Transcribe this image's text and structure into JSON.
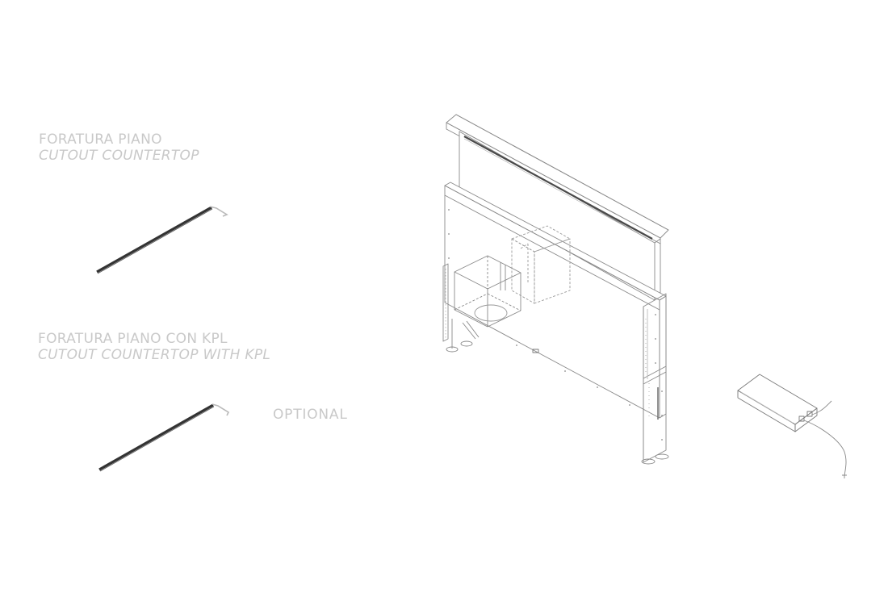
{
  "labels": {
    "cutout_countertop": {
      "italian": "FORATURA PIANO",
      "english": "CUTOUT COUNTERTOP"
    },
    "cutout_countertop_kpl": {
      "italian": "FORATURA PIANO CON KPL",
      "english": "CUTOUT COUNTERTOP WITH KPL"
    },
    "optional": "OPTIONAL"
  },
  "colors": {
    "label_text": "#c9c9c9",
    "profile_dark": "#333333",
    "profile_light": "#b9b9b9",
    "drawing_line": "#8a8a8a",
    "drawing_light": "#bdbdbd"
  },
  "icons": {
    "profile_strip": "cutout-profile-icon",
    "hood": "downdraft-hood-drawing",
    "power_supply": "power-supply-drawing"
  }
}
